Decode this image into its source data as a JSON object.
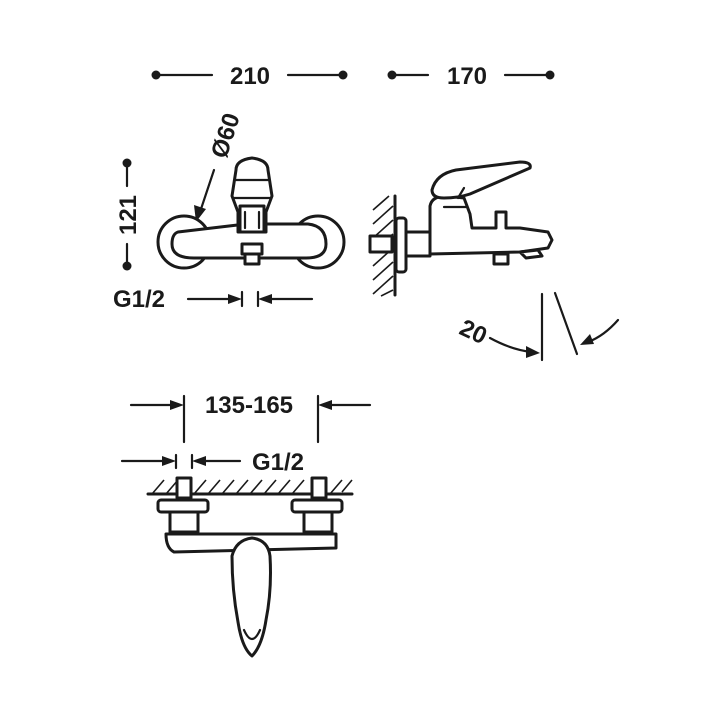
{
  "dimensions": {
    "front_width": "210",
    "side_depth": "170",
    "height": "121",
    "diameter": "Ø60",
    "connection_front": "G1/2",
    "spout_angle": "20",
    "center_distance": "135-165",
    "connection_top": "G1/2"
  }
}
